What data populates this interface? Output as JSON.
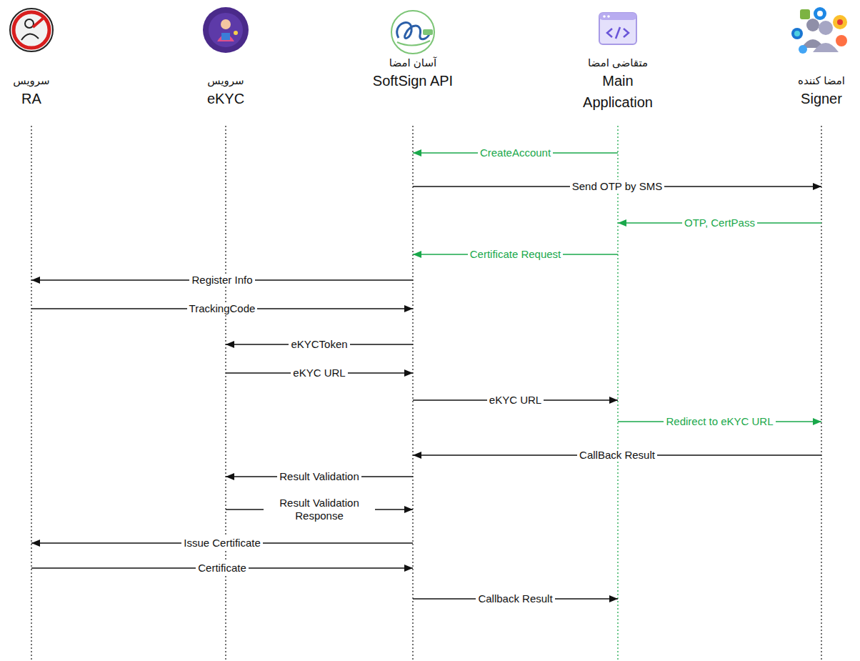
{
  "diagram": {
    "nodes": [
      {
        "text": [
          "سرویس",
          "RA"
        ]
      },
      {
        "text": [
          "سرویس",
          "eKYC"
        ]
      },
      {
        "text": [
          "آسان امضا",
          "SoftSign API"
        ]
      },
      {
        "text": [
          "متقاضی امضا",
          "Main Application"
        ]
      },
      {
        "text": [
          "امضا کننده",
          "Signer"
        ]
      }
    ],
    "edges": [
      {
        "from": 3,
        "to": 2,
        "arrow": "to",
        "label": "CreateAccount"
      },
      {
        "from": 2,
        "to": 4,
        "arrow": "to",
        "label": "Send OTP by SMS"
      },
      {
        "from": 4,
        "to": 3,
        "arrow": "to",
        "label": "OTP, CertPass"
      },
      {
        "from": 3,
        "to": 2,
        "arrow": "to",
        "label": "Certificate Request"
      },
      {
        "from": 2,
        "to": 0,
        "arrow": "to",
        "label": "Register Info"
      },
      {
        "from": 0,
        "to": 2,
        "arrow": "to",
        "label": "TrackingCode"
      },
      {
        "from": 2,
        "to": 1,
        "arrow": "to",
        "label": "eKYCToken"
      },
      {
        "from": 1,
        "to": 2,
        "arrow": "to",
        "label": "eKYC URL"
      },
      {
        "from": 2,
        "to": 3,
        "arrow": "to",
        "label": "eKYC URL"
      },
      {
        "from": 3,
        "to": 4,
        "arrow": "to",
        "label": "Redirect to eKYC URL"
      },
      {
        "from": 4,
        "to": 2,
        "arrow": "to",
        "label": "CallBack Result"
      },
      {
        "from": 2,
        "to": 1,
        "arrow": "to",
        "label": "Result Validation"
      },
      {
        "from": 1,
        "to": 2,
        "arrow": "to",
        "label": "Result Validation Response"
      },
      {
        "from": 2,
        "to": 0,
        "arrow": "to",
        "label": "Issue Certificate"
      },
      {
        "from": 0,
        "to": 2,
        "arrow": "to",
        "label": "Certificate"
      },
      {
        "from": 2,
        "to": 3,
        "arrow": "to",
        "label": "Callback Result"
      }
    ]
  }
}
